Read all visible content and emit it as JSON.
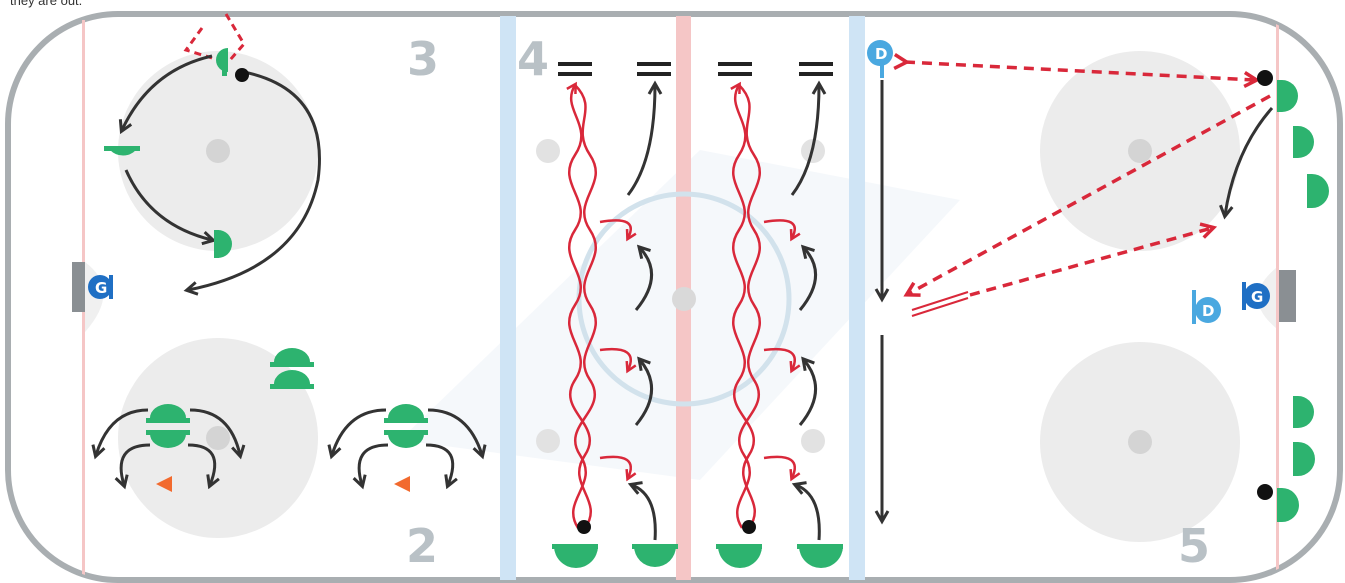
{
  "caption": "they are out.",
  "stations": [
    {
      "id": "station-2",
      "number": "2"
    },
    {
      "id": "station-3",
      "number": "3"
    },
    {
      "id": "station-4",
      "number": "4"
    },
    {
      "id": "station-5",
      "number": "5"
    }
  ],
  "labels": {
    "goalie": "G",
    "defense": "D"
  },
  "colors": {
    "player": "#2db36f",
    "skate_path": "#333333",
    "pass_path": "#d9283a",
    "cone": "#f26a2e",
    "goalie": "#1f6fc4",
    "defense": "#4aa8e0",
    "blue_line": "#cfe4f5",
    "red_line": "#f5c6c6",
    "ice_circle": "#ececec",
    "boards": "#a9aeb1"
  }
}
